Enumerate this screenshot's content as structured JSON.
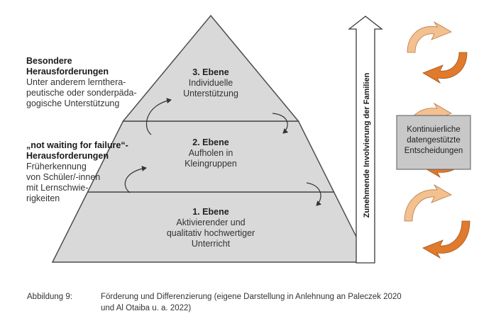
{
  "pyramid": {
    "levels": [
      {
        "title": "3. Ebene",
        "lines": [
          "Individuelle",
          "Unterstützung"
        ]
      },
      {
        "title": "2. Ebene",
        "lines": [
          "Aufholen in",
          "Kleingruppen"
        ]
      },
      {
        "title": "1. Ebene",
        "lines": [
          "Aktivierender und",
          "qualitativ hochwertiger",
          "Unterricht"
        ]
      }
    ]
  },
  "side_notes": {
    "top": {
      "title": [
        "Besondere",
        "Herausforderungen"
      ],
      "lines": [
        "Unter anderem lernthera-",
        "peutische oder sonderpäda-",
        "gogische Unterstützung"
      ]
    },
    "middle": {
      "title": [
        "„not waiting for failure“-",
        "Herausforderungen"
      ],
      "lines": [
        "Früherkennung",
        "von Schüler/-innen",
        "mit Lernschwie-",
        "rigkeiten"
      ]
    }
  },
  "arrow_label": "Zunehmende Involvierung der Familien",
  "data_box": {
    "lines": [
      "Kontinuierliche",
      "datengestützte",
      "Entscheidungen"
    ]
  },
  "caption": {
    "label": "Abbildung 9:",
    "lines": [
      "Förderung und Differenzierung (eigene Darstellung in Anlehnung an Paleczek 2020",
      "und Al Otaiba u. a. 2022)"
    ]
  },
  "colors": {
    "pyramid_fill": "#d9d9d9",
    "pyramid_stroke": "#4d4d4d",
    "box_fill": "#c8c8c8",
    "cycle_light": "#f3c090",
    "cycle_dark": "#e07a2c"
  }
}
